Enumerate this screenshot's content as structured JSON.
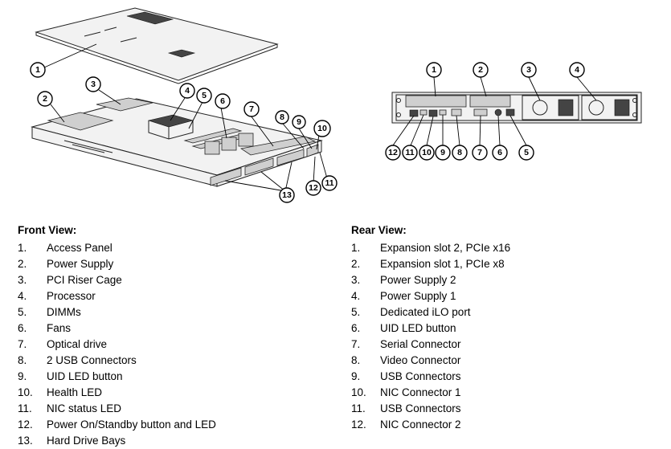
{
  "front_view": {
    "heading": "Front View:",
    "items": [
      {
        "num": "1.",
        "label": "Access Panel"
      },
      {
        "num": "2.",
        "label": "Power Supply"
      },
      {
        "num": "3.",
        "label": "PCI Riser Cage"
      },
      {
        "num": "4.",
        "label": "Processor"
      },
      {
        "num": "5.",
        "label": "DIMMs"
      },
      {
        "num": "6.",
        "label": "Fans"
      },
      {
        "num": "7.",
        "label": "Optical drive"
      },
      {
        "num": "8.",
        "label": "2 USB Connectors"
      },
      {
        "num": "9.",
        "label": "UID LED button"
      },
      {
        "num": "10.",
        "label": "Health LED"
      },
      {
        "num": "11.",
        "label": "NIC status LED"
      },
      {
        "num": "12.",
        "label": "Power On/Standby button and LED"
      },
      {
        "num": "13.",
        "label": "Hard Drive Bays"
      }
    ]
  },
  "rear_view": {
    "heading": "Rear View:",
    "items": [
      {
        "num": "1.",
        "label": "Expansion slot 2, PCIe x16"
      },
      {
        "num": "2.",
        "label": "Expansion slot 1, PCIe x8"
      },
      {
        "num": "3.",
        "label": "Power Supply 2"
      },
      {
        "num": "4.",
        "label": "Power Supply 1"
      },
      {
        "num": "5.",
        "label": "Dedicated iLO port"
      },
      {
        "num": "6.",
        "label": "UID LED button"
      },
      {
        "num": "7.",
        "label": "Serial Connector"
      },
      {
        "num": "8.",
        "label": "Video Connector"
      },
      {
        "num": "9.",
        "label": "USB Connectors"
      },
      {
        "num": "10.",
        "label": "NIC Connector 1"
      },
      {
        "num": "11.",
        "label": "USB Connectors"
      },
      {
        "num": "12.",
        "label": "NIC Connector 2"
      }
    ]
  },
  "front_callouts": [
    "1",
    "2",
    "3",
    "4",
    "5",
    "6",
    "7",
    "8",
    "9",
    "10",
    "11",
    "12",
    "13"
  ],
  "rear_callouts": [
    "1",
    "2",
    "3",
    "4",
    "12",
    "11",
    "10",
    "9",
    "8",
    "7",
    "6",
    "5"
  ]
}
